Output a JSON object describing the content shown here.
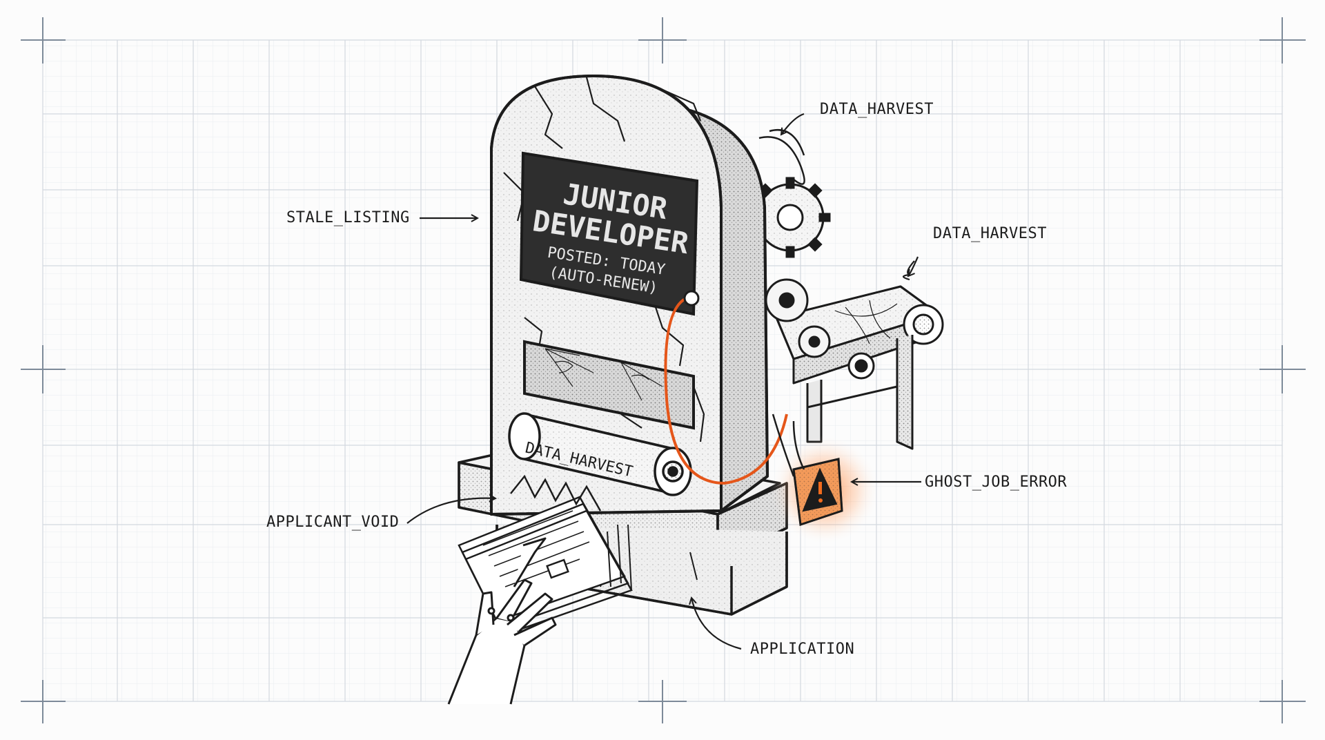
{
  "sign": {
    "title_line1": "JUNIOR",
    "title_line2": "DEVELOPER",
    "posted": "POSTED: TODAY",
    "renew": "(AUTO-RENEW)"
  },
  "roller_label": "DATA_HARVEST",
  "callouts": {
    "stale_listing": "STALE_LISTING",
    "data_harvest_top": "DATA_HARVEST",
    "data_harvest_right": "DATA_HARVEST",
    "ghost_job_error": "GHOST_JOB_ERROR",
    "applicant_void": "APPLICANT_VOID",
    "application": "APPLICATION"
  },
  "icons": {
    "warning": "warning-icon",
    "skeleton_hand": "skeleton-hand-icon",
    "gear": "gear-icon",
    "cobweb": "cobweb-icon"
  },
  "colors": {
    "ink": "#1c1c1c",
    "grid": "#d9dde3",
    "grid_major": "#c3c9d1",
    "sign_bg": "#2e2e2e",
    "accent_orange": "#f26b1d",
    "stone": "#f1f1f1"
  }
}
